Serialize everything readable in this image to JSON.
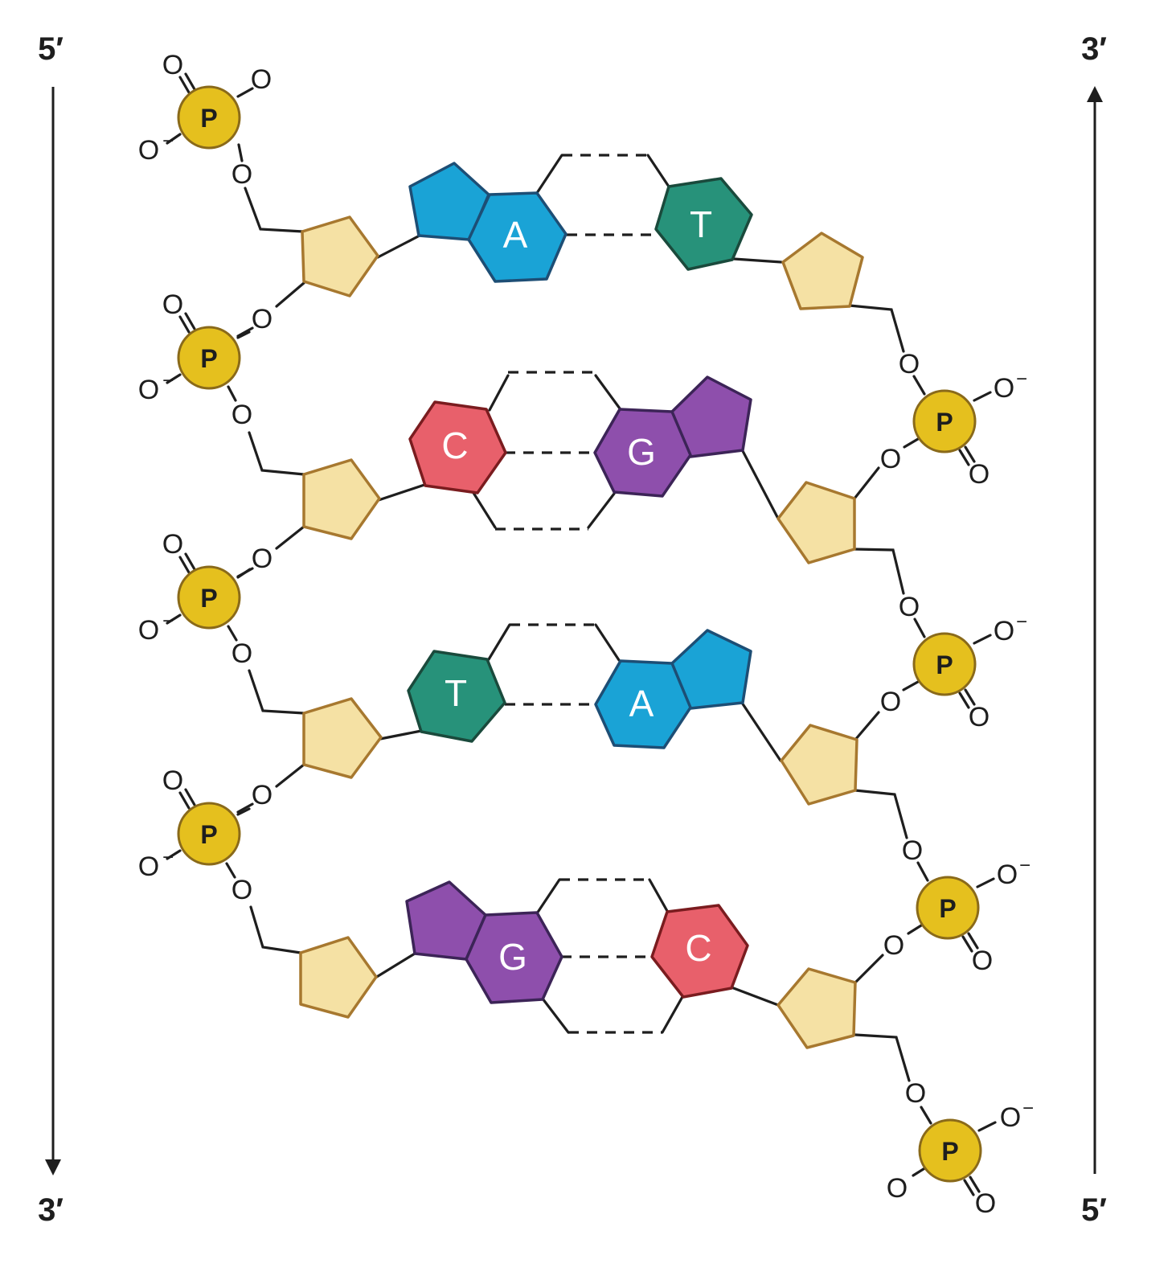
{
  "strand_left": {
    "end_top": "5′",
    "end_bottom": "3′"
  },
  "strand_right": {
    "end_top": "3′",
    "end_bottom": "5′"
  },
  "atoms": {
    "phosphorus": "P",
    "oxygen": "O",
    "charge": "−"
  },
  "base_pairs": [
    {
      "left": "A",
      "right": "T"
    },
    {
      "left": "C",
      "right": "G"
    },
    {
      "left": "T",
      "right": "A"
    },
    {
      "left": "G",
      "right": "C"
    }
  ],
  "colors": {
    "A": "#1aa3d6",
    "T": "#27927a",
    "C": "#e8606b",
    "G": "#8e4fac",
    "sugar": "#f5e1a4",
    "phosphate": "#e5c01e"
  },
  "icons": [
    "arrow-down-icon",
    "arrow-up-icon"
  ]
}
